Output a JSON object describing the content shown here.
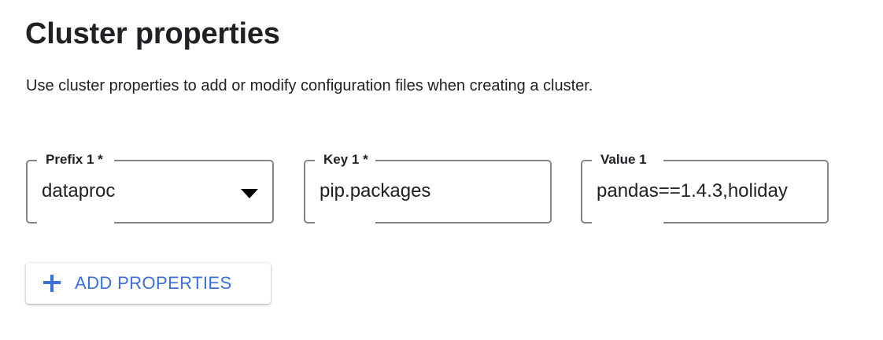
{
  "header": {
    "title": "Cluster properties",
    "description": "Use cluster properties to add or modify configuration files when creating a cluster."
  },
  "form": {
    "fields": [
      {
        "label": "Prefix 1 *",
        "value": "dataproc",
        "type": "select",
        "icon": "chevron-down-icon"
      },
      {
        "label": "Key 1 *",
        "value": "pip.packages",
        "type": "text"
      },
      {
        "label": "Value 1",
        "value": "pandas==1.4.3,holiday",
        "type": "text"
      }
    ]
  },
  "actions": {
    "add_properties_label": "ADD PROPERTIES",
    "add_properties_icon": "plus-icon"
  },
  "colors": {
    "accent_blue": "#3b6fdc",
    "text_primary": "#202124",
    "field_border": "#80868b",
    "background": "#ffffff"
  }
}
